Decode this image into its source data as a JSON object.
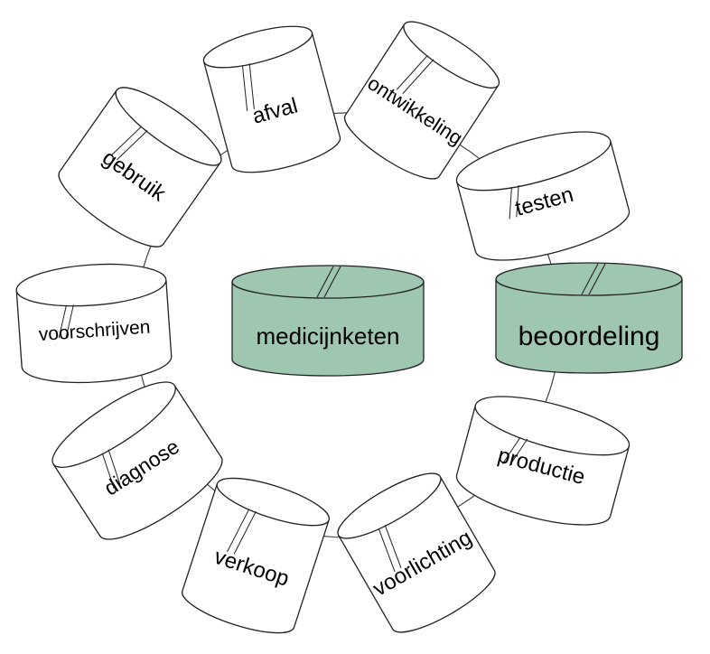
{
  "center": {
    "label": "medicijnketen",
    "fill": "#9ec6b0"
  },
  "highlight": {
    "label": "beoordeling",
    "fill": "#9ec6b0"
  },
  "cycle_stages": [
    {
      "id": "afval",
      "label": "afval"
    },
    {
      "id": "ontwikkeling",
      "label": "ontwikkeling"
    },
    {
      "id": "testen",
      "label": "testen"
    },
    {
      "id": "beoordeling",
      "label": "beoordeling"
    },
    {
      "id": "productie",
      "label": "productie"
    },
    {
      "id": "voorlichting",
      "label": "voorlichting"
    },
    {
      "id": "verkoop",
      "label": "verkoop"
    },
    {
      "id": "diagnose",
      "label": "diagnose"
    },
    {
      "id": "voorschrijven",
      "label": "voorschrijven"
    },
    {
      "id": "gebruik",
      "label": "gebruik"
    }
  ],
  "colors": {
    "stroke": "#222222",
    "plain_fill": "#ffffff",
    "ring": "#444444"
  }
}
